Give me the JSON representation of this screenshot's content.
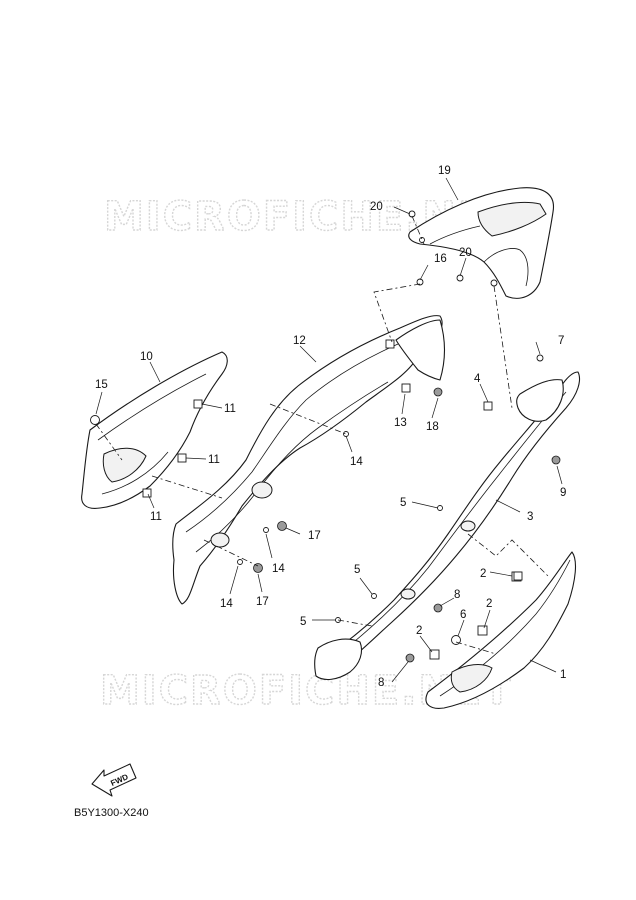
{
  "watermark": "MICROFICHE.NET",
  "diagram_code": "B5Y1300-X240",
  "fwd_label": "FWD",
  "callouts": {
    "c19": "19",
    "c20a": "20",
    "c20b": "20",
    "c16": "16",
    "c12": "12",
    "c10": "10",
    "c15": "15",
    "c11a": "11",
    "c11b": "11",
    "c11c": "11",
    "c13": "13",
    "c18": "18",
    "c14a": "14",
    "c14b": "14",
    "c14c": "14",
    "c17a": "17",
    "c17b": "17",
    "c7": "7",
    "c4": "4",
    "c9": "9",
    "c5a": "5",
    "c5b": "5",
    "c5c": "5",
    "c3": "3",
    "c2a": "2",
    "c2b": "2",
    "c2c": "2",
    "c8a": "8",
    "c8b": "8",
    "c6": "6",
    "c1": "1"
  }
}
